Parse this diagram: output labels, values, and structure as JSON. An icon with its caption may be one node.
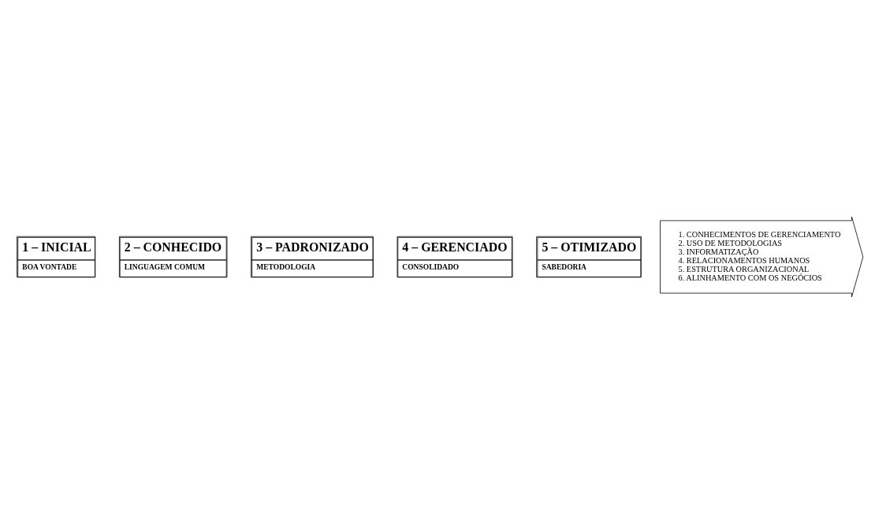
{
  "diagram": {
    "nodes": [
      {
        "text": [
          "1 – INICIAL",
          "BOA VONTADE"
        ]
      },
      {
        "text": [
          "2 – CONHECIDO",
          "LINGUAGEM COMUM"
        ]
      },
      {
        "text": [
          "3 – PADRONIZADO",
          "METODOLOGIA"
        ]
      },
      {
        "text": [
          "4 – GERENCIADO",
          "CONSOLIDADO"
        ]
      },
      {
        "text": [
          "5 – OTIMIZADO",
          "SABEDORIA"
        ]
      },
      {
        "text": [
          "1. CONHECIMENTOS DE GERENCIAMENTO",
          "2. USO DE METODOLOGIAS",
          "3. INFORMATIZAÇÃO",
          "4. RELACIONAMENTOS HUMANOS",
          "5. ESTRUTURA ORGANIZACIONAL",
          "6. ALINHAMENTO COM OS NEGÓCIOS"
        ]
      }
    ],
    "edges": []
  }
}
